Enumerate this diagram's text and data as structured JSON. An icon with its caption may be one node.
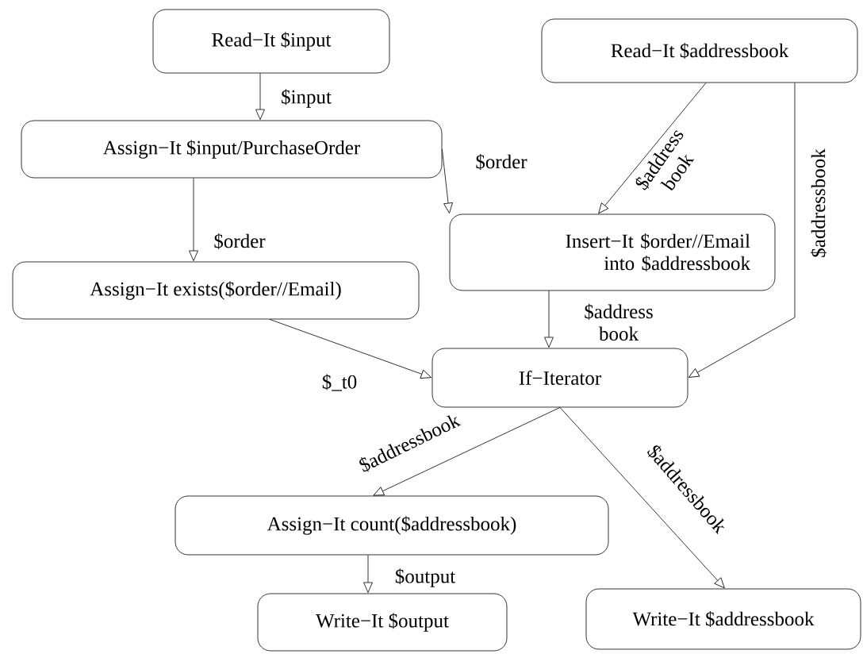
{
  "diagram": {
    "nodes": [
      {
        "text": [
          "Read−It $input"
        ]
      },
      {
        "text": [
          "Read−It $addressbook"
        ]
      },
      {
        "text": [
          "Assign−It $input/PurchaseOrder"
        ]
      },
      {
        "text": [
          "Insert−It $order//Email into $addressbook"
        ]
      },
      {
        "text": [
          "Assign−It exists($order//Email)"
        ]
      },
      {
        "text": [
          "If−Iterator"
        ]
      },
      {
        "text": [
          "Assign−It count($addressbook)"
        ]
      },
      {
        "text": [
          "Write−It $output"
        ]
      },
      {
        "text": [
          "Write−It $addressbook"
        ]
      }
    ],
    "edges": [
      {
        "from": 0,
        "to": 2,
        "arrow": "to",
        "label": "$input"
      },
      {
        "from": 2,
        "to": 4,
        "arrow": "to",
        "label": "$order"
      },
      {
        "from": 2,
        "to": 3,
        "arrow": "to",
        "label": "$order"
      },
      {
        "from": 1,
        "to": 3,
        "arrow": "to",
        "label": "$address book"
      },
      {
        "from": 1,
        "to": 5,
        "arrow": "to",
        "label": "$addressbook"
      },
      {
        "from": 3,
        "to": 5,
        "arrow": "to",
        "label": "$address book"
      },
      {
        "from": 4,
        "to": 5,
        "arrow": "to",
        "label": "$_t0"
      },
      {
        "from": 5,
        "to": 6,
        "arrow": "to",
        "label": "$addressbook"
      },
      {
        "from": 5,
        "to": 8,
        "arrow": "to",
        "label": "$addressbook"
      },
      {
        "from": 6,
        "to": 7,
        "arrow": "to",
        "label": "$output"
      }
    ]
  }
}
